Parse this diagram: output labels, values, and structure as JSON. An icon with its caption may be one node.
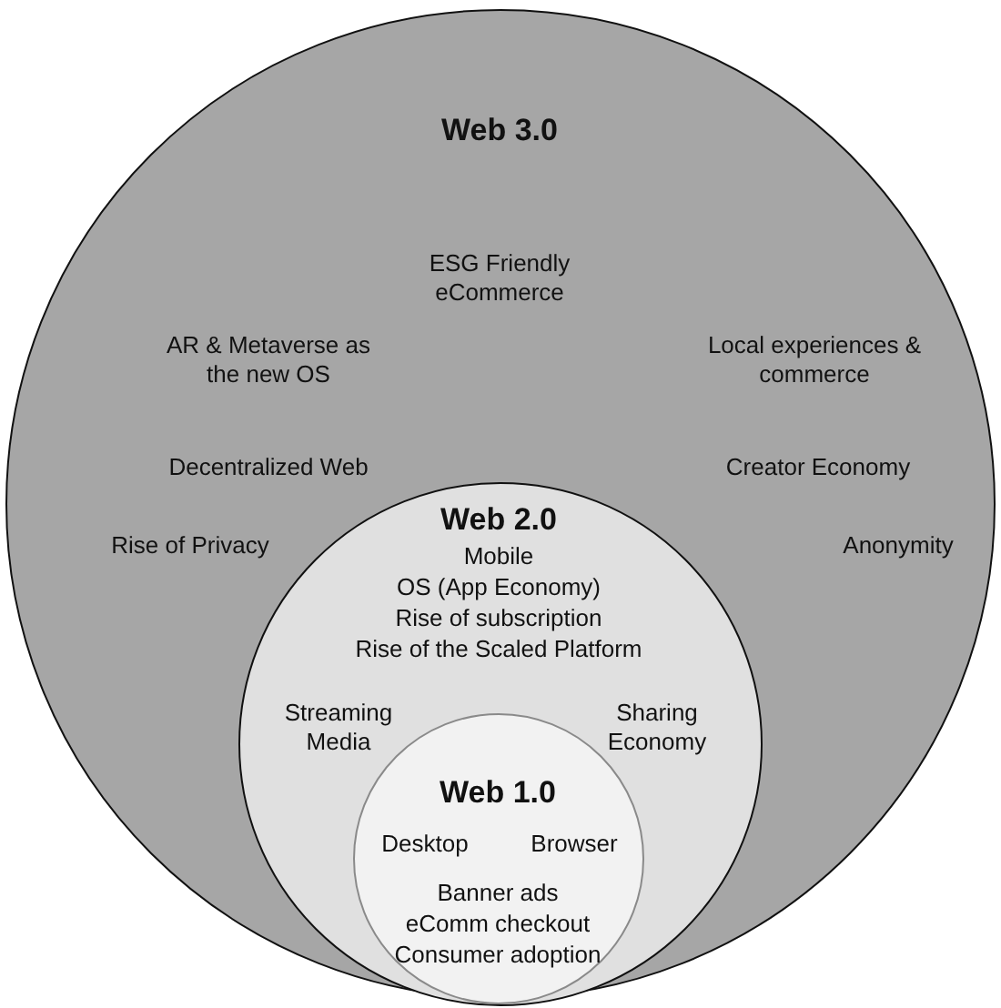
{
  "diagram": {
    "nodes": [
      {
        "text": [
          "Web 3.0",
          "ESG Friendly eCommerce",
          "AR & Metaverse as the new OS",
          "Local experiences & commerce",
          "Decentralized Web",
          "Creator Economy",
          "Rise of Privacy",
          "Anonymity"
        ]
      },
      {
        "text": [
          "Web 2.0",
          "Mobile",
          "OS (App Economy)",
          "Rise of subscription",
          "Rise of the Scaled Platform",
          "Streaming Media",
          "Sharing Economy"
        ],
        "in": 0
      },
      {
        "text": [
          "Web 1.0",
          "Desktop",
          "Browser",
          "Banner ads",
          "eComm checkout",
          "Consumer adoption"
        ],
        "in": 1
      }
    ]
  }
}
